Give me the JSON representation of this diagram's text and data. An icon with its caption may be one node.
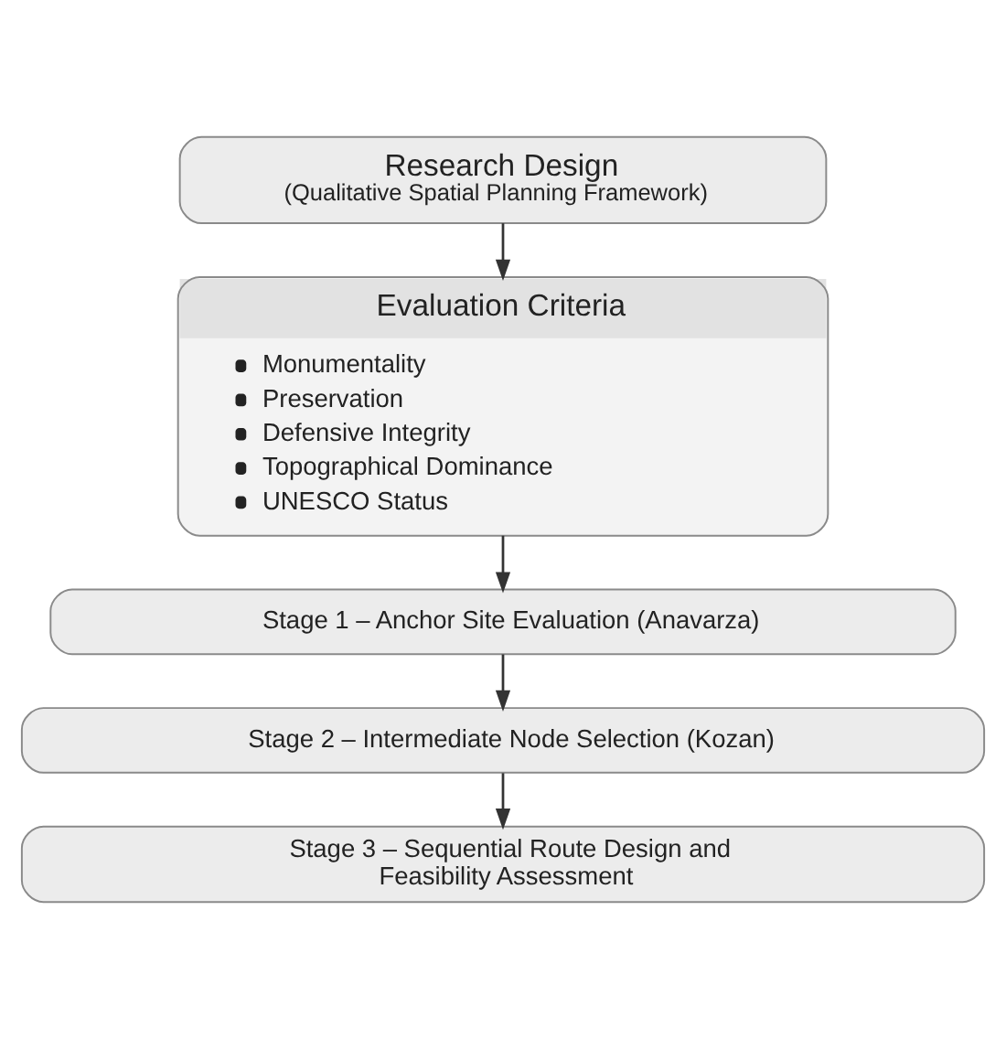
{
  "diagram": {
    "nodes": [
      {
        "text": [
          "Research Design",
          "(Qualitative Spatial Planning Framework)"
        ]
      },
      {
        "text": [
          "Evaluation Criteria",
          "Monumentality",
          "Preservation",
          "Defensive Integrity",
          "Topographical Dominance",
          "UNESCO Status"
        ]
      },
      {
        "text": [
          "Stage 1 – Anchor Site Evaluation (Anavarza)"
        ]
      },
      {
        "text": [
          "Stage 2 – Intermediate Node Selection (Kozan)"
        ]
      },
      {
        "text": [
          "Stage 3 – Sequential Route Design and Feasibility Assessment"
        ]
      }
    ],
    "edges": [
      {
        "from": 0,
        "to": 1,
        "arrow": "to"
      },
      {
        "from": 1,
        "to": 2,
        "arrow": "to"
      },
      {
        "from": 2,
        "to": 3,
        "arrow": "to"
      },
      {
        "from": 3,
        "to": 4,
        "arrow": "to"
      }
    ]
  }
}
